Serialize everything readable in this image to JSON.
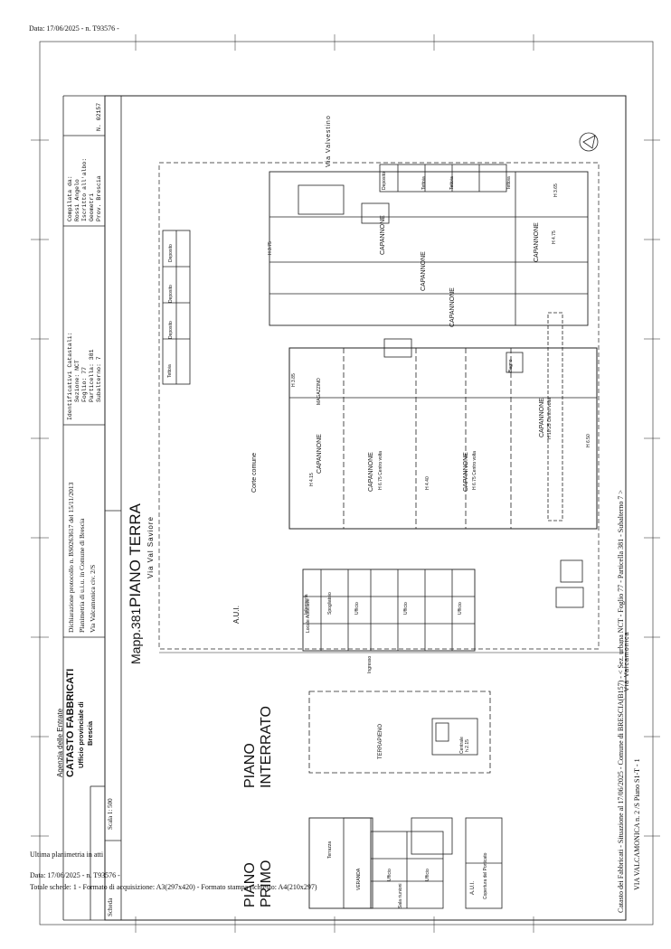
{
  "header": {
    "text": "Data: 17/06/2025 - n. T93576 -"
  },
  "footer": {
    "line1": "Ultima planimetria in atti",
    "line2": "Data: 17/06/2025 - n. T93576 -",
    "line3": "Totale schede: 1 - Formato di acquisizione: A3(297x420) - Formato stampa richiesto: A4(210x297)"
  },
  "side": {
    "line1": "Catasto dei Fabbricati - Situazione al 17/06/2025 - Comune di BRESCIA(B157) - < Sez. urbana NCT - Foglio 77 - Particella 381 - Subalterno 7 >",
    "line2": "VIA VALCAMONICA n. 2 /S Piano S1-T - 1"
  },
  "titlebox": {
    "agency": "Agenzia delle Entrate",
    "catasto": "CATASTO FABBRICATI",
    "ufficio": "Ufficio provinciale di",
    "city": "Brescia",
    "scale": "Scala 1: 500",
    "scheda": "Scheda"
  },
  "declaration": {
    "line1": "Dichiarazione protocollo n.    BS0263617 del    15/11/2013",
    "line2": "Planimetria di u.i.u. in Comune di Brescia",
    "line3": "Via Valcamonica                         civ.    2/S"
  },
  "identifiers": {
    "title": "Identificativi Catastali:",
    "sezione": "Sezione: NCT",
    "foglio": "Foglio: 77",
    "particella": "Particella: 381",
    "subalterno": "Subalterno: 7"
  },
  "compilata": {
    "title": "Compilata da:",
    "name": "Rossi Angelo",
    "iscritto": "Iscritto all'albo:",
    "albo": "Geometri",
    "prov": "Prov. Brescia",
    "num": "N. 02157"
  },
  "labels": {
    "piano_terra": "PIANO TERRA",
    "piano_interrato": "PIANO\nINTERRATO",
    "piano_primo": "PIANO\nPRIMO",
    "mapp": "Mapp.381",
    "via_val_saviore": "Via Val Saviore",
    "via_valvestino": "Via Valvestino",
    "via_valcamonica": "Via Valcamonica",
    "corte_comune": "Corte comune",
    "aui": "A.U.I.",
    "terrapieno": "TERRAPIENO",
    "centrale": "Centrale",
    "h215": "h 2.15",
    "capannone": "CAPANNONE",
    "magazzino": "MAGAZZINO",
    "capannone_h675": "H 6.75 Centro volta",
    "capannone_h1025": "H 10.25 Centro volta",
    "h440": "H 4.40",
    "h385": "H 3.85",
    "h415": "H 4.15",
    "h375": "H 3.75",
    "h475": "H 4.75",
    "h365": "H 3.65",
    "h650": "H 6.50",
    "deposito": "Deposito",
    "tettoia": "Tettoia",
    "ufficio": "Ufficio",
    "bagno": "Bagno",
    "terrazza": "Terrazza",
    "veranda": "VERANDA",
    "locale_autoclave": "Locale Autoclave",
    "infermeria": "Infermeria",
    "spogliatoio": "Spogliatoio",
    "apertura": "Copertura del Porticato",
    "sala_riunioni": "Sala riunioni",
    "ingresso": "Ingresso"
  },
  "colors": {
    "ink": "#222222",
    "paper": "#ffffff"
  }
}
